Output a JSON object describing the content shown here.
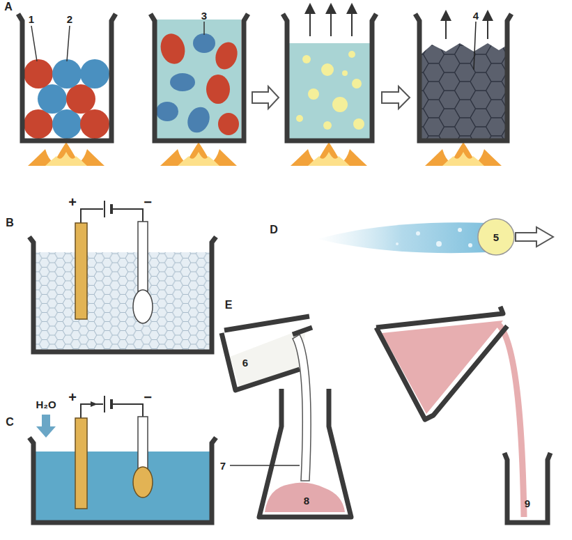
{
  "diagram": {
    "labels": [
      "A",
      "1",
      "2",
      "3",
      "4",
      "B",
      "+",
      "−",
      "C",
      "H₂O",
      "+",
      "−",
      "D",
      "5",
      "E",
      "6",
      "7",
      "8",
      "9"
    ]
  }
}
